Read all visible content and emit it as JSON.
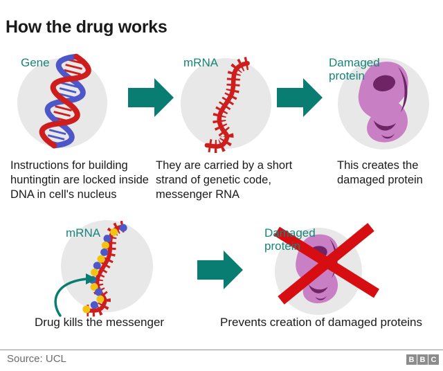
{
  "title": "How the drug works",
  "palette": {
    "teal": "#0a7d73",
    "label_teal": "#17847a",
    "dna_red": "#cd1d1d",
    "cross_red": "#d60e12",
    "dna_blue": "#4d57c8",
    "bead_yellow": "#f2c411",
    "protein_pink": "#c97fc4",
    "protein_purple": "#6e2465",
    "circle_bg": "#e8e8e8",
    "text": "#1a1a1a",
    "muted": "#6a6a6a",
    "rule": "#8f8f8f",
    "logo_bg": "#8c8c8d"
  },
  "icons": {
    "step_arrow": "block-arrow-right",
    "gene": "dna-double-helix",
    "mrna": "mrna-strand",
    "protein": "protein-blob",
    "drug": "mrna-strand-with-drug-beads",
    "pointer": "curved-arrow",
    "blocked": "red-cross"
  },
  "top_row": {
    "gene": {
      "label": "Gene",
      "caption": "Instructions for building huntingtin are locked inside DNA in cell's nucleus"
    },
    "mrna": {
      "label": "mRNA",
      "caption": "They are carried by a short strand of genetic code, messenger RNA"
    },
    "damaged_protein": {
      "label": "Damaged protein",
      "caption": "This creates the damaged protein"
    }
  },
  "bottom_row": {
    "mrna_label": "mRNA",
    "drug_caption": "Drug kills the messenger",
    "damaged_protein_label": "Damaged protein",
    "caption": "Prevents creation of damaged proteins"
  },
  "footer": {
    "source": "Source: UCL",
    "logo_letters": [
      "B",
      "B",
      "C"
    ]
  }
}
